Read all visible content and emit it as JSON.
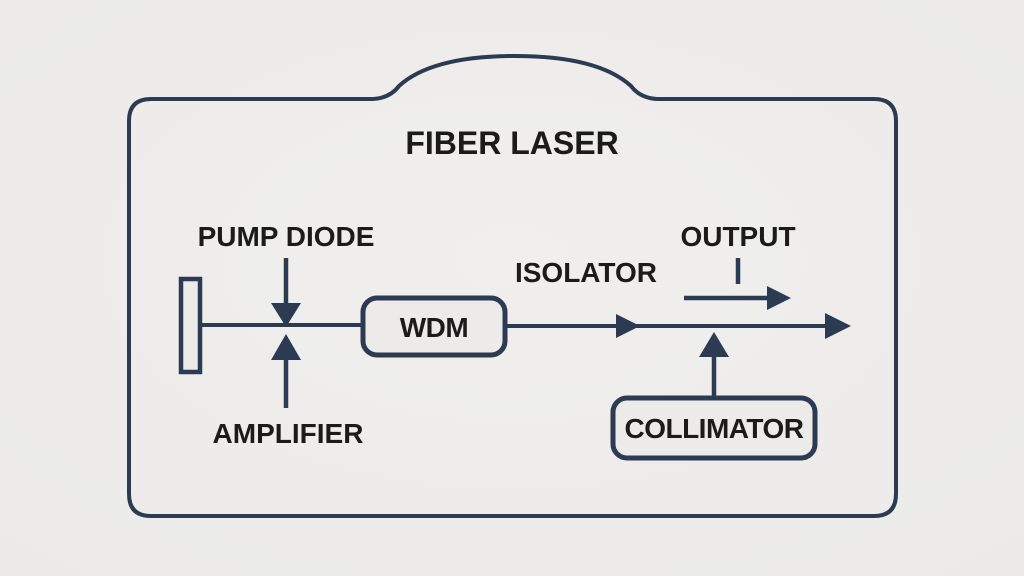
{
  "diagram": {
    "title": "FIBER LASER",
    "labels": {
      "pump_diode": "PUMP DIODE",
      "amplifier": "AMPLIFIER",
      "isolator": "ISOLATOR",
      "output": "OUTPUT"
    },
    "components": {
      "wdm": "WDM",
      "collimator": "COLLIMATOR"
    },
    "colors": {
      "background": "#ecebe9",
      "stroke": "#2c3a52",
      "text": "#1b1b1b"
    }
  }
}
